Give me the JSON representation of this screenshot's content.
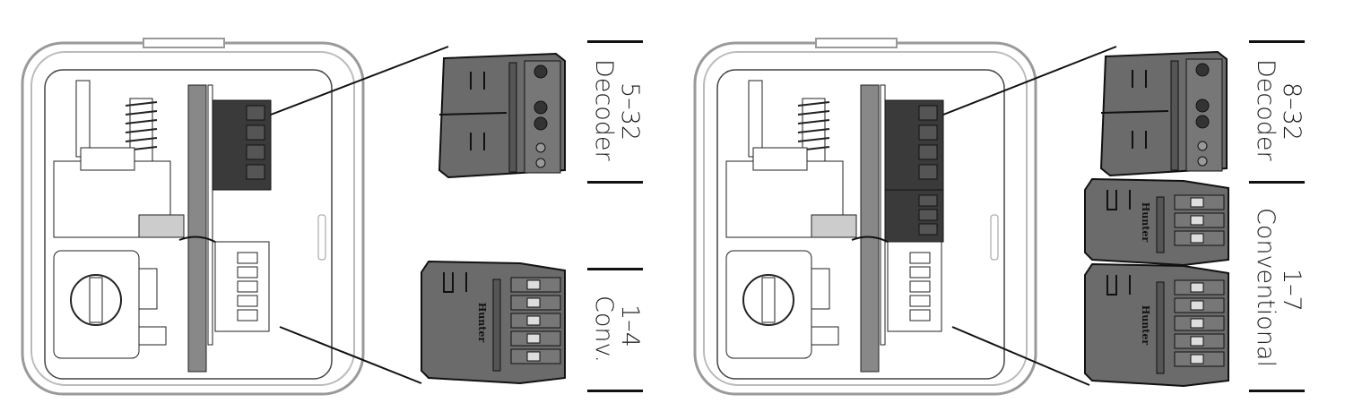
{
  "left_panel": {
    "decoder_label": {
      "range": "5–32",
      "type": "Decoder"
    },
    "conventional_label": {
      "range": "1–4",
      "type": "Conv."
    },
    "conventional_terminals": 5
  },
  "right_panel": {
    "decoder_label": {
      "range": "8–32",
      "type": "Decoder"
    },
    "conventional_label": {
      "range": "1–7",
      "type": "Conventional"
    },
    "conventional_modules_terminals": [
      3,
      5
    ]
  },
  "brand_logo_text": "Hunter",
  "colors": {
    "module_fill": "#6b6b6b",
    "module_dark": "#3a3a3a",
    "housing_stroke": "#9a9a9a",
    "line": "#111111"
  }
}
